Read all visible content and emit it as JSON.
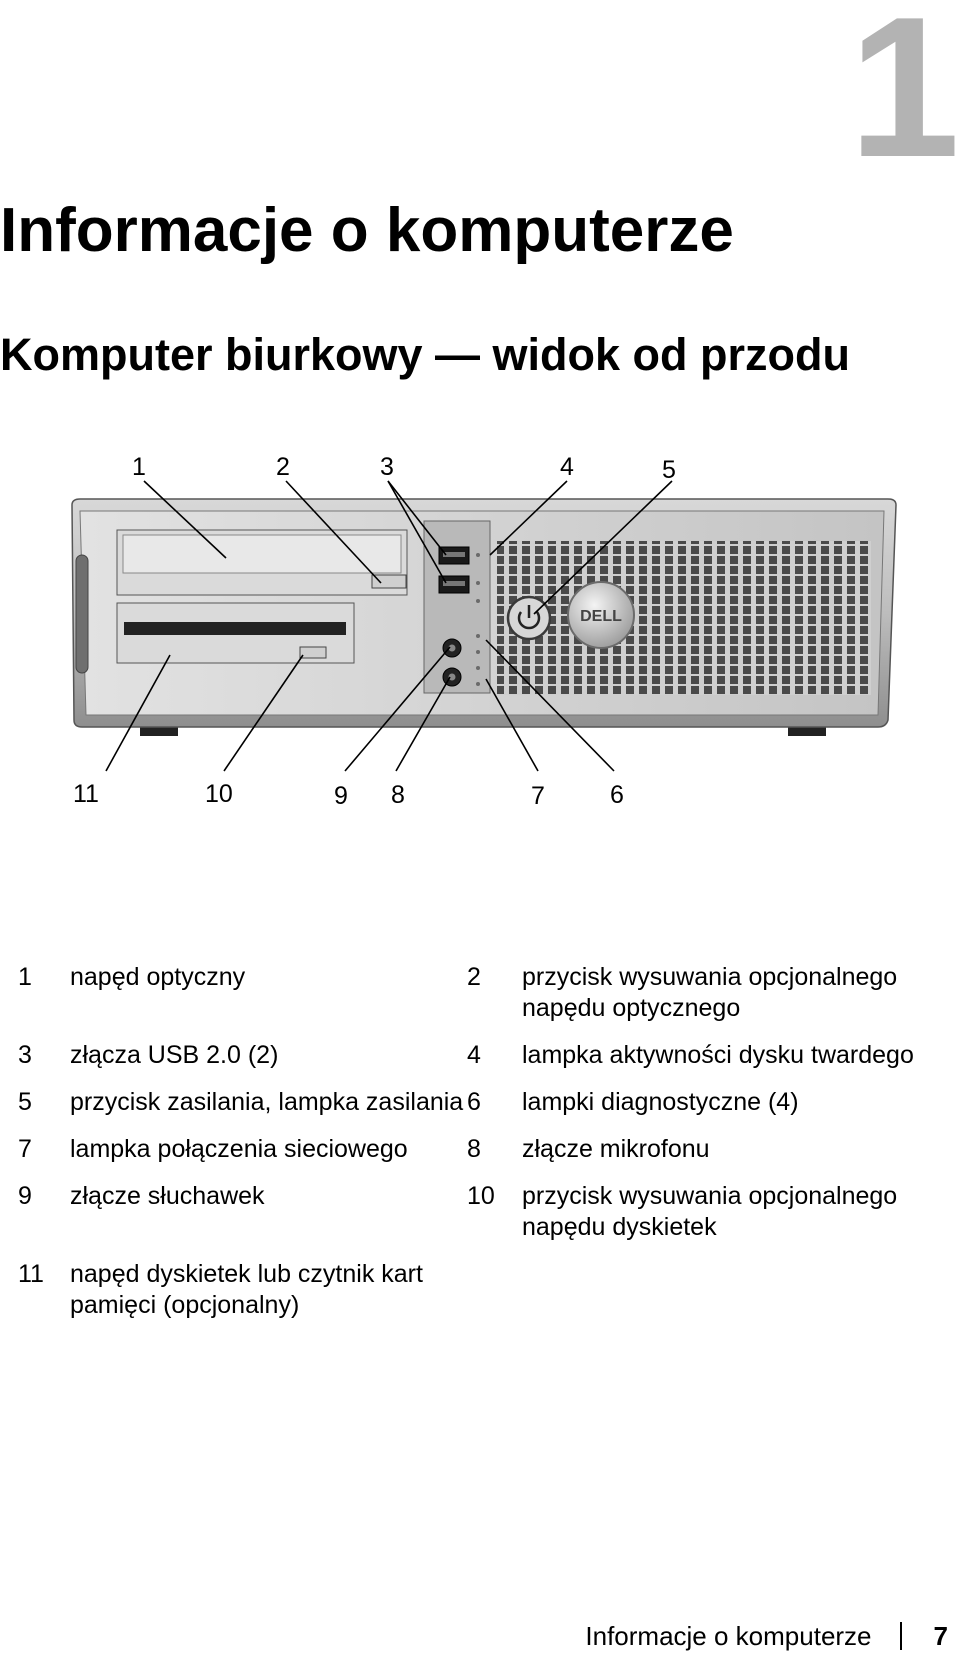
{
  "chapter": {
    "number": "1",
    "title": "Informacje o komputerze"
  },
  "section": {
    "title": "Komputer biurkowy — widok od przodu"
  },
  "figure": {
    "logo_text": "DELL",
    "callouts_top": [
      "1",
      "2",
      "3",
      "4",
      "5"
    ],
    "callouts_bottom": [
      "11",
      "10",
      "9",
      "8",
      "7",
      "6"
    ]
  },
  "legend": [
    {
      "num": "1",
      "text": "napęd optyczny"
    },
    {
      "num": "2",
      "text": "przycisk wysuwania opcjonalnego napędu optycznego"
    },
    {
      "num": "3",
      "text": "złącza USB 2.0 (2)"
    },
    {
      "num": "4",
      "text": "lampka aktywności dysku twardego"
    },
    {
      "num": "5",
      "text": "przycisk zasilania, lampka zasilania"
    },
    {
      "num": "6",
      "text": "lampki diagnostyczne (4)"
    },
    {
      "num": "7",
      "text": "lampka połączenia sieciowego"
    },
    {
      "num": "8",
      "text": "złącze mikrofonu"
    },
    {
      "num": "9",
      "text": "złącze słuchawek"
    },
    {
      "num": "10",
      "text": "przycisk wysuwania opcjonalnego napędu dyskietek"
    },
    {
      "num": "11",
      "text": "napęd dyskietek lub czytnik kart pamięci (opcjonalny)"
    }
  ],
  "footer": {
    "text": "Informacje o komputerze",
    "page": "7"
  }
}
